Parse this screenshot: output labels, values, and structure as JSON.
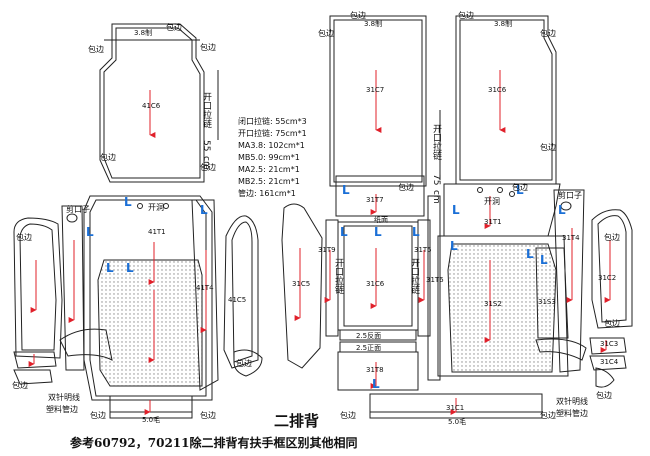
{
  "labels": {
    "bian": "包边",
    "jian_kou_zi": "剪口子",
    "kai_dong": "开洞",
    "shuang_zhen": "双针明线",
    "suliao_guanbian": "塑料管边",
    "L": "L",
    "zhi_mian": "纸面",
    "kai_kou_la_lian": "开口拉链"
  },
  "dims": {
    "w38": "3.8制",
    "w50": "5.0毛",
    "fanmian": "2.5反面",
    "zhengmian": "2.5正面",
    "v55": "55",
    "v75": "75",
    "cm": "cm"
  },
  "parts": {
    "c41C6": "41C6",
    "c41T1": "41T1",
    "c41T4": "41T4",
    "c41C5": "41C5",
    "c31C7": "31C7",
    "c31C6": "31C6",
    "c31T7": "31T7",
    "c31T1": "31T1",
    "c31T4": "31T4",
    "c31C5": "31C5",
    "c31T9": "31T9",
    "c31T5": "31T5",
    "c31T6": "31T6",
    "c31S2": "31S2",
    "c31S3": "31S3",
    "c31C2": "31C2",
    "c31C3": "31C3",
    "c31T8": "31T8",
    "c31C1": "31C1",
    "c31C4": "31C4"
  },
  "spec": [
    "闭口拉链: 55cm*3",
    "开口拉链: 75cm*1",
    "MA3.8: 102cm*1",
    "MB5.0: 99cm*1",
    "MA2.5: 21cm*1",
    "MB2.5: 21cm*1",
    "管边: 161cm*1"
  ],
  "title": "二排背",
  "footnote": "参考60792，70211除二排背有扶手框区别其他相同",
  "colors": {
    "line": "#222222",
    "arrow": "#e0202a",
    "blue": "#1a6fd6",
    "dot": "#9aa0a6"
  }
}
